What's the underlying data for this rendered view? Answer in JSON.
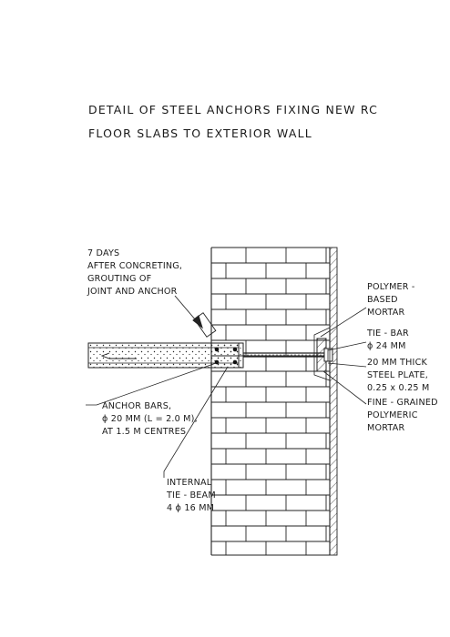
{
  "title": {
    "line1": "DETAIL OF STEEL ANCHORS FIXING NEW RC",
    "line2": "FLOOR SLABS TO EXTERIOR WALL"
  },
  "labels": {
    "grouting": [
      "7 DAYS",
      "AFTER CONCRETING,",
      "GROUTING OF",
      "JOINT AND ANCHOR"
    ],
    "polymer_mortar": [
      "POLYMER -",
      "BASED",
      "MORTAR"
    ],
    "tie_bar": [
      "TIE - BAR",
      "ϕ 24 MM"
    ],
    "steel_plate": [
      "20 MM THICK",
      "STEEL PLATE,",
      "0.25 x 0.25 M"
    ],
    "fine_mortar": [
      "FINE - GRAINED",
      "POLYMERIC",
      "MORTAR"
    ],
    "anchor_bars": [
      "ANCHOR BARS,",
      "ϕ 20 MM (L = 2.0 M),",
      "AT 1.5 M CENTRES"
    ],
    "internal_tie_beam": [
      "INTERNAL",
      "TIE - BEAM",
      "4 ϕ 16 MM"
    ]
  }
}
